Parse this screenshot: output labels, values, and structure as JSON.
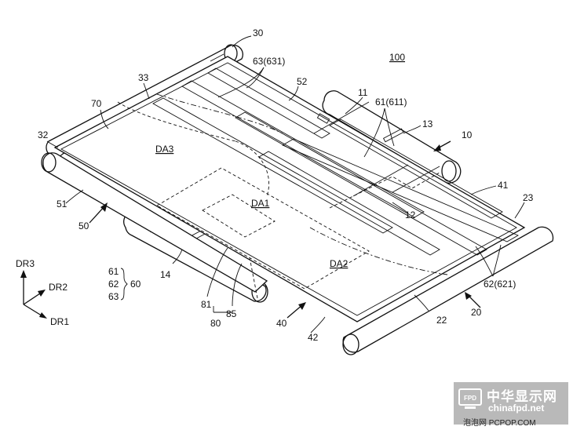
{
  "labels": {
    "n100": "100",
    "n30": "30",
    "n63_631": "63(631)",
    "n33": "33",
    "n52": "52",
    "n70": "70",
    "n11": "11",
    "n61_611": "61(611)",
    "n13": "13",
    "n10": "10",
    "n32": "32",
    "nDA3": "DA3",
    "n41": "41",
    "n23": "23",
    "n51": "51",
    "nDA1": "DA1",
    "n12": "12",
    "n50": "50",
    "nDA2": "DA2",
    "n62_621": "62(621)",
    "n14": "14",
    "n81": "81",
    "n85": "85",
    "n80": "80",
    "n40": "40",
    "n42": "42",
    "n22": "22",
    "n20": "20",
    "n61": "61",
    "n62": "62",
    "n63": "63",
    "n60": "60",
    "dr3": "DR3",
    "dr2": "DR2",
    "dr1": "DR1"
  },
  "watermark": {
    "icon_text": "FPD",
    "brand_cn": "中华显示网",
    "url": "chinafpd.net",
    "footer": "泡泡网 PCPOP.COM"
  }
}
